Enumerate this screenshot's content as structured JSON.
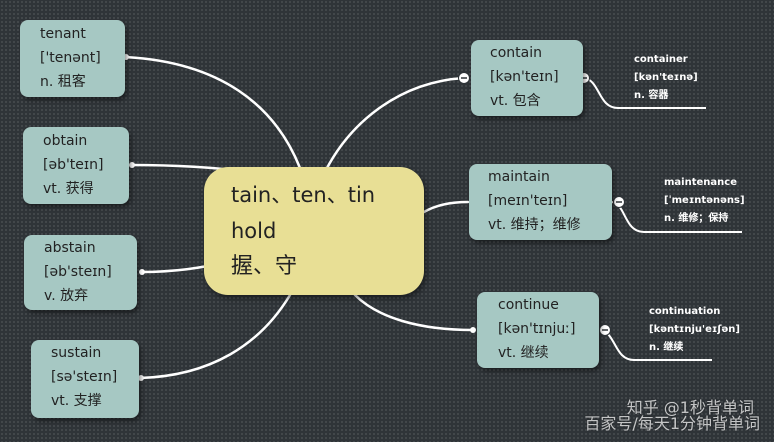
{
  "center": {
    "roots": "tain、ten、tin",
    "meaning_en": "hold",
    "meaning_zh": "握、守"
  },
  "left_nodes": [
    {
      "word": "tenant",
      "phonetic": "['tenənt]",
      "definition": "n. 租客"
    },
    {
      "word": "obtain",
      "phonetic": "[əb'teɪn]",
      "definition": "vt. 获得"
    },
    {
      "word": "abstain",
      "phonetic": "[əb'steɪn]",
      "definition": "v. 放弃"
    },
    {
      "word": "sustain",
      "phonetic": "[sə'steɪn]",
      "definition": "vt. 支撑"
    }
  ],
  "right_nodes": [
    {
      "word": "contain",
      "phonetic": "[kən'teɪn]",
      "definition": "vt. 包含"
    },
    {
      "word": "maintain",
      "phonetic": "[meɪn'teɪn]",
      "definition": "vt. 维持；维修"
    },
    {
      "word": "continue",
      "phonetic": "[kən'tɪnjuː]",
      "definition": "vt. 继续"
    }
  ],
  "sub_nodes": [
    {
      "word": "container",
      "phonetic": "[kən'teɪnə]",
      "definition": "n. 容器"
    },
    {
      "word": "maintenance",
      "phonetic": "[ˈmeɪntənəns]",
      "definition": "n. 维修；保持"
    },
    {
      "word": "continuation",
      "phonetic": "[kəntɪnju'eɪʃən]",
      "definition": "n. 继续"
    }
  ],
  "watermark": {
    "line1": "知乎 @1秒背单词",
    "line2": "百家号/每天1分钟背单词"
  },
  "colors": {
    "background": "#2f3438",
    "node_fill": "#a6c8c3",
    "center_fill": "#e8df95",
    "connector": "#ffffff"
  }
}
